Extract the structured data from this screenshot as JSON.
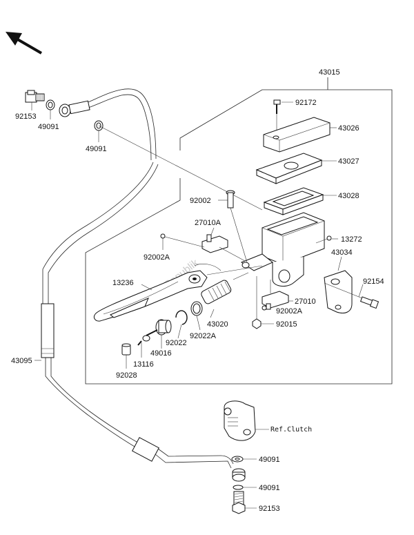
{
  "diagram": {
    "assembly_label": "43015",
    "reference_label": "Ref.Clutch",
    "watermark": "PartsRepublik",
    "parts": {
      "p92153a": "92153",
      "p49091a": "49091",
      "p49091b": "49091",
      "p92172": "92172",
      "p43026": "43026",
      "p43027": "43027",
      "p43028": "43028",
      "p92002": "92002",
      "p27010A": "27010A",
      "p92002A_top": "92002A",
      "p13272": "13272",
      "p43034": "43034",
      "p13236": "13236",
      "p92154": "92154",
      "p27010": "27010",
      "p43020": "43020",
      "p92002A_bot": "92002A",
      "p92022A": "92022A",
      "p92015": "92015",
      "p92022": "92022",
      "p49016": "49016",
      "p13116": "13116",
      "p92028": "92028",
      "p43095": "43095",
      "p49091c": "49091",
      "p49091d": "49091",
      "p92153b": "92153"
    }
  }
}
